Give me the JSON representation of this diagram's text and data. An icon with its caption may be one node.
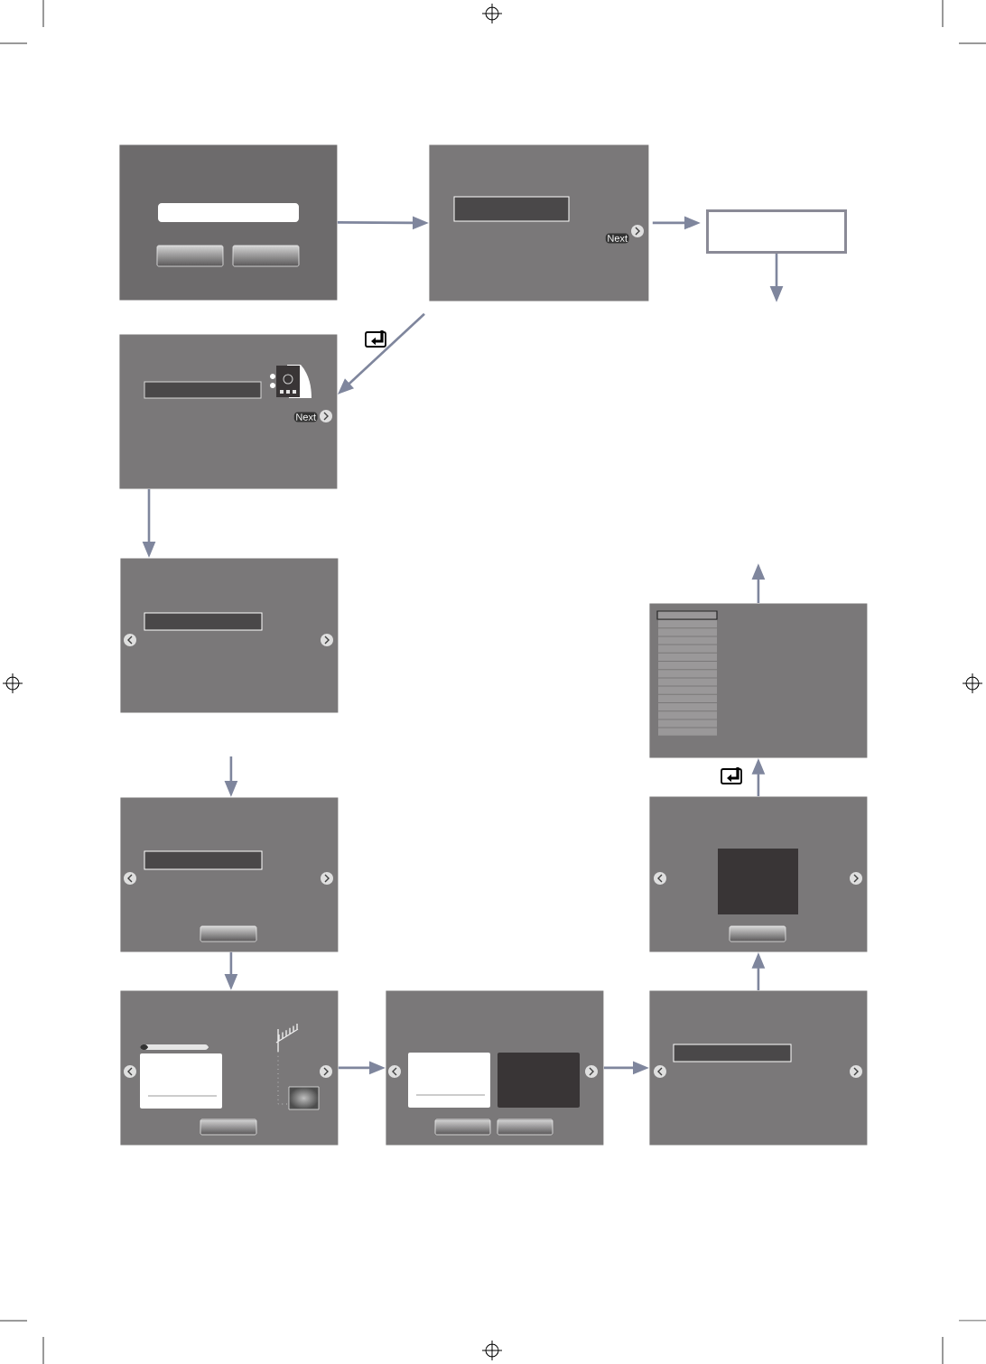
{
  "diagram": {
    "nodes": [
      {
        "text": [],
        "shape": "box"
      },
      {
        "text": [
          "Next"
        ]
      },
      {
        "text": [],
        "shape": "box"
      },
      {
        "text": [
          "Next"
        ]
      },
      {
        "text": [],
        "shape": "box"
      },
      {
        "text": [],
        "shape": "box"
      },
      {
        "text": [],
        "shape": "box"
      },
      {
        "text": [],
        "shape": "box"
      },
      {
        "text": [],
        "shape": "box"
      },
      {
        "text": [],
        "shape": "box"
      },
      {
        "text": [],
        "shape": "box"
      }
    ],
    "edges": [
      {
        "from": 0,
        "to": 1,
        "arrow": "to"
      },
      {
        "from": 1,
        "to": 2,
        "arrow": "to"
      },
      {
        "from": 2,
        "to": null,
        "arrow": "to"
      },
      {
        "from": 1,
        "to": 3,
        "arrow": "to"
      },
      {
        "from": 3,
        "to": 4,
        "arrow": "to"
      },
      {
        "from": null,
        "to": 6,
        "arrow": "to"
      },
      {
        "from": 6,
        "to": 8,
        "arrow": "to"
      },
      {
        "from": 8,
        "to": 9,
        "arrow": "to"
      },
      {
        "from": 9,
        "to": 10,
        "arrow": "to"
      },
      {
        "from": 10,
        "to": 7,
        "arrow": "to"
      },
      {
        "from": 7,
        "to": 5,
        "arrow": "to"
      },
      {
        "from": 5,
        "to": null,
        "arrow": "to"
      }
    ]
  }
}
